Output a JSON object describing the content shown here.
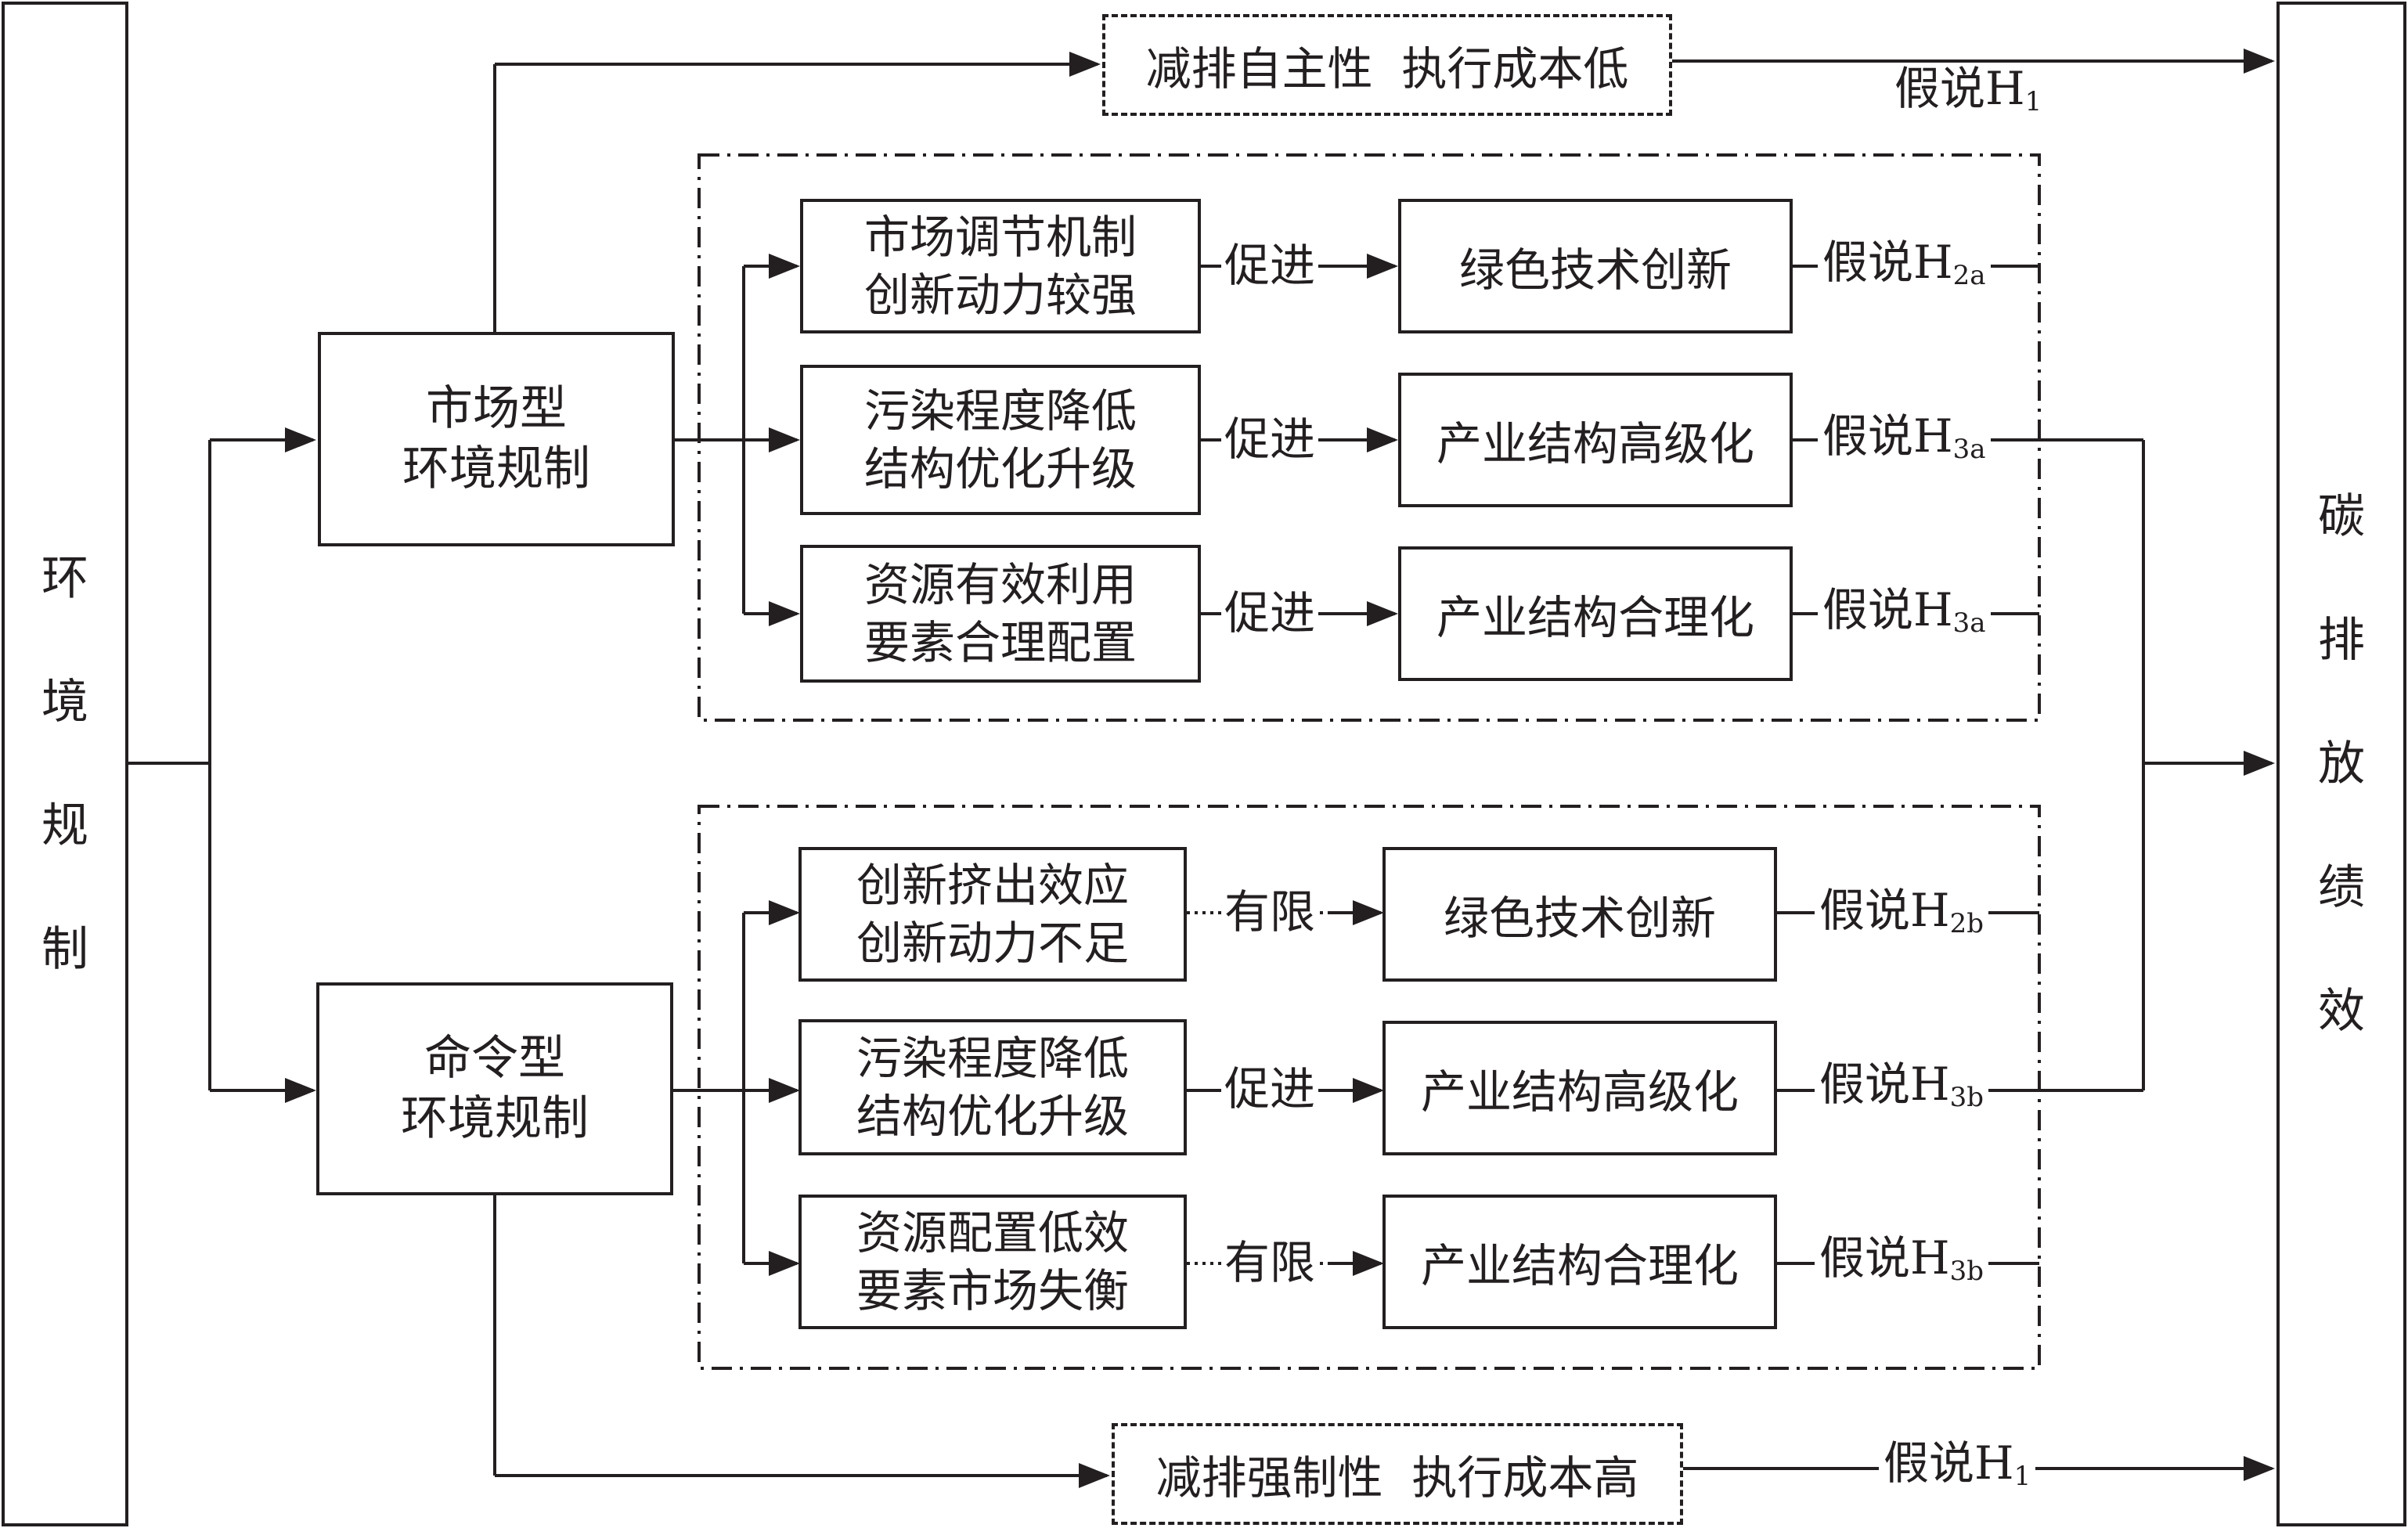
{
  "left_block": {
    "chars": [
      "环",
      "境",
      "规",
      "制"
    ]
  },
  "right_block": {
    "chars": [
      "碳",
      "排",
      "放",
      "绩",
      "效"
    ]
  },
  "market": {
    "line1": "市场型",
    "line2": "环境规制"
  },
  "command": {
    "line1": "命令型",
    "line2": "环境规制"
  },
  "top_path": {
    "label": "减排自主性  执行成本低",
    "hypothesis": "假说",
    "sub": "1"
  },
  "bottom_path": {
    "label": "减排强制性  执行成本高",
    "hypothesis": "假说",
    "sub": "1"
  },
  "market_rows": [
    {
      "mech1": "市场调节机制",
      "mech2": "创新动力较强",
      "effect": "促进",
      "outcome": "绿色技术创新",
      "hypothesis": "假说",
      "sub": "2a"
    },
    {
      "mech1": "污染程度降低",
      "mech2": "结构优化升级",
      "effect": "促进",
      "outcome": "产业结构高级化",
      "hypothesis": "假说",
      "sub": "3a"
    },
    {
      "mech1": "资源有效利用",
      "mech2": "要素合理配置",
      "effect": "促进",
      "outcome": "产业结构合理化",
      "hypothesis": "假说",
      "sub": "3a"
    }
  ],
  "command_rows": [
    {
      "mech1": "创新挤出效应",
      "mech2": "创新动力不足",
      "effect": "有限",
      "outcome": "绿色技术创新",
      "hypothesis": "假说",
      "sub": "2b"
    },
    {
      "mech1": "污染程度降低",
      "mech2": "结构优化升级",
      "effect": "促进",
      "outcome": "产业结构高级化",
      "hypothesis": "假说",
      "sub": "3b"
    },
    {
      "mech1": "资源配置低效",
      "mech2": "要素市场失衡",
      "effect": "有限",
      "outcome": "产业结构合理化",
      "hypothesis": "假说",
      "sub": "3b"
    }
  ]
}
